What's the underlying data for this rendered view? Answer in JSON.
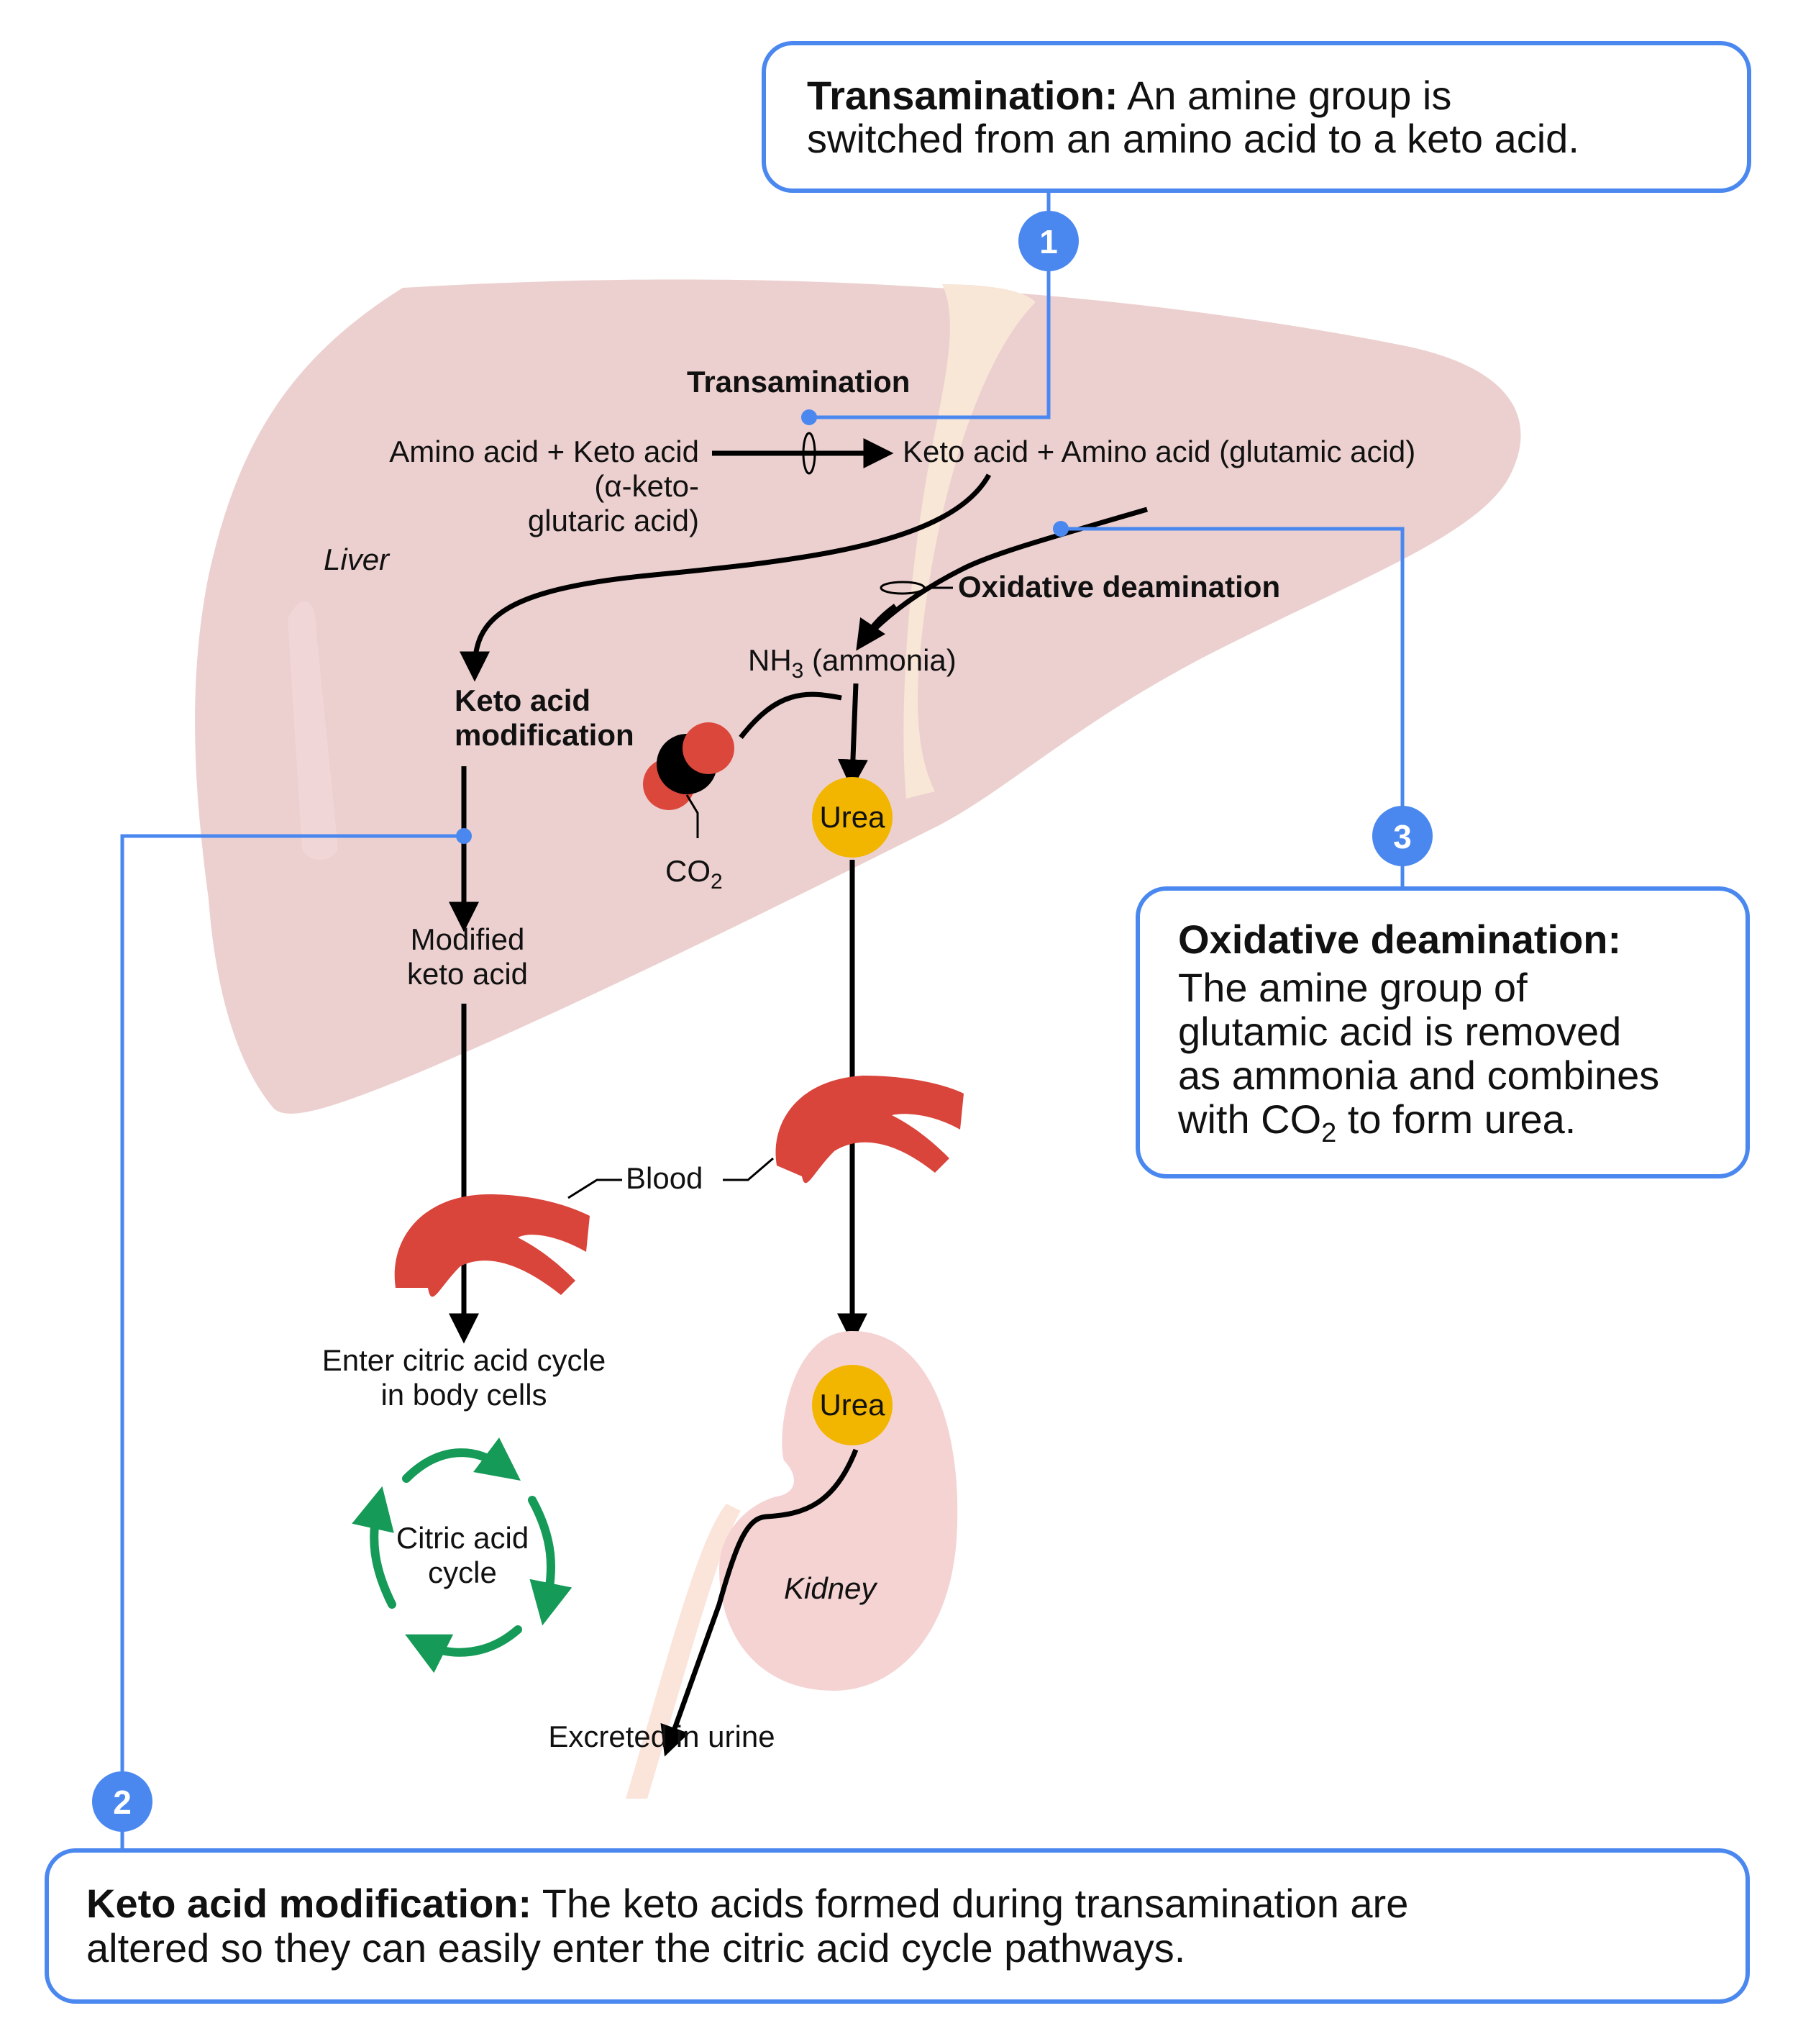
{
  "colors": {
    "callout_blue": "#4a88f0",
    "liver_pink": "#ecd0cf",
    "liver_highlight": "#f1d6d7",
    "ligament_cream": "#f8e6d6",
    "kidney_pink": "#f5d3d3",
    "urea_yellow": "#f2b500",
    "blood_red": "#d9443b",
    "co2_red": "#dc473c",
    "cycle_green": "#159a57"
  },
  "callouts": [
    {
      "number": "1",
      "title": "Transamination:",
      "lines": [
        "An amine group is",
        "switched from an amino acid to a keto acid."
      ]
    },
    {
      "number": "2",
      "title": "Keto acid modification:",
      "lines": [
        "The keto acids formed during transamination are",
        "altered so they can easily enter the citric acid cycle pathways."
      ]
    },
    {
      "number": "3",
      "title": "Oxidative deamination:",
      "lines": [
        "The amine group of",
        "glutamic acid is removed",
        "as ammonia and combines",
        "with CO",
        "2",
        " to form urea."
      ]
    }
  ],
  "labels": {
    "liver": "Liver",
    "kidney": "Kidney",
    "transamination": "Transamination",
    "reactants": "Amino acid + Keto acid",
    "reactant_note_1": "(α-keto-",
    "reactant_note_2": "glutaric acid)",
    "products": "Keto acid + Amino acid (glutamic acid)",
    "oxidative_deamination": "Oxidative deamination",
    "nh3_main": "NH",
    "nh3_sub": "3",
    "nh3_rest": " (ammonia)",
    "keto_mod_1": "Keto acid",
    "keto_mod_2": "modification",
    "co2_main": "CO",
    "co2_sub": "2",
    "urea_liver": "Urea",
    "urea_kidney": "Urea",
    "modified_1": "Modified",
    "modified_2": "keto acid",
    "blood": "Blood",
    "enter_cycle_1": "Enter citric acid cycle",
    "enter_cycle_2": "in body cells",
    "cycle_1": "Citric acid",
    "cycle_2": "cycle",
    "excreted": "Excreted in urine"
  }
}
